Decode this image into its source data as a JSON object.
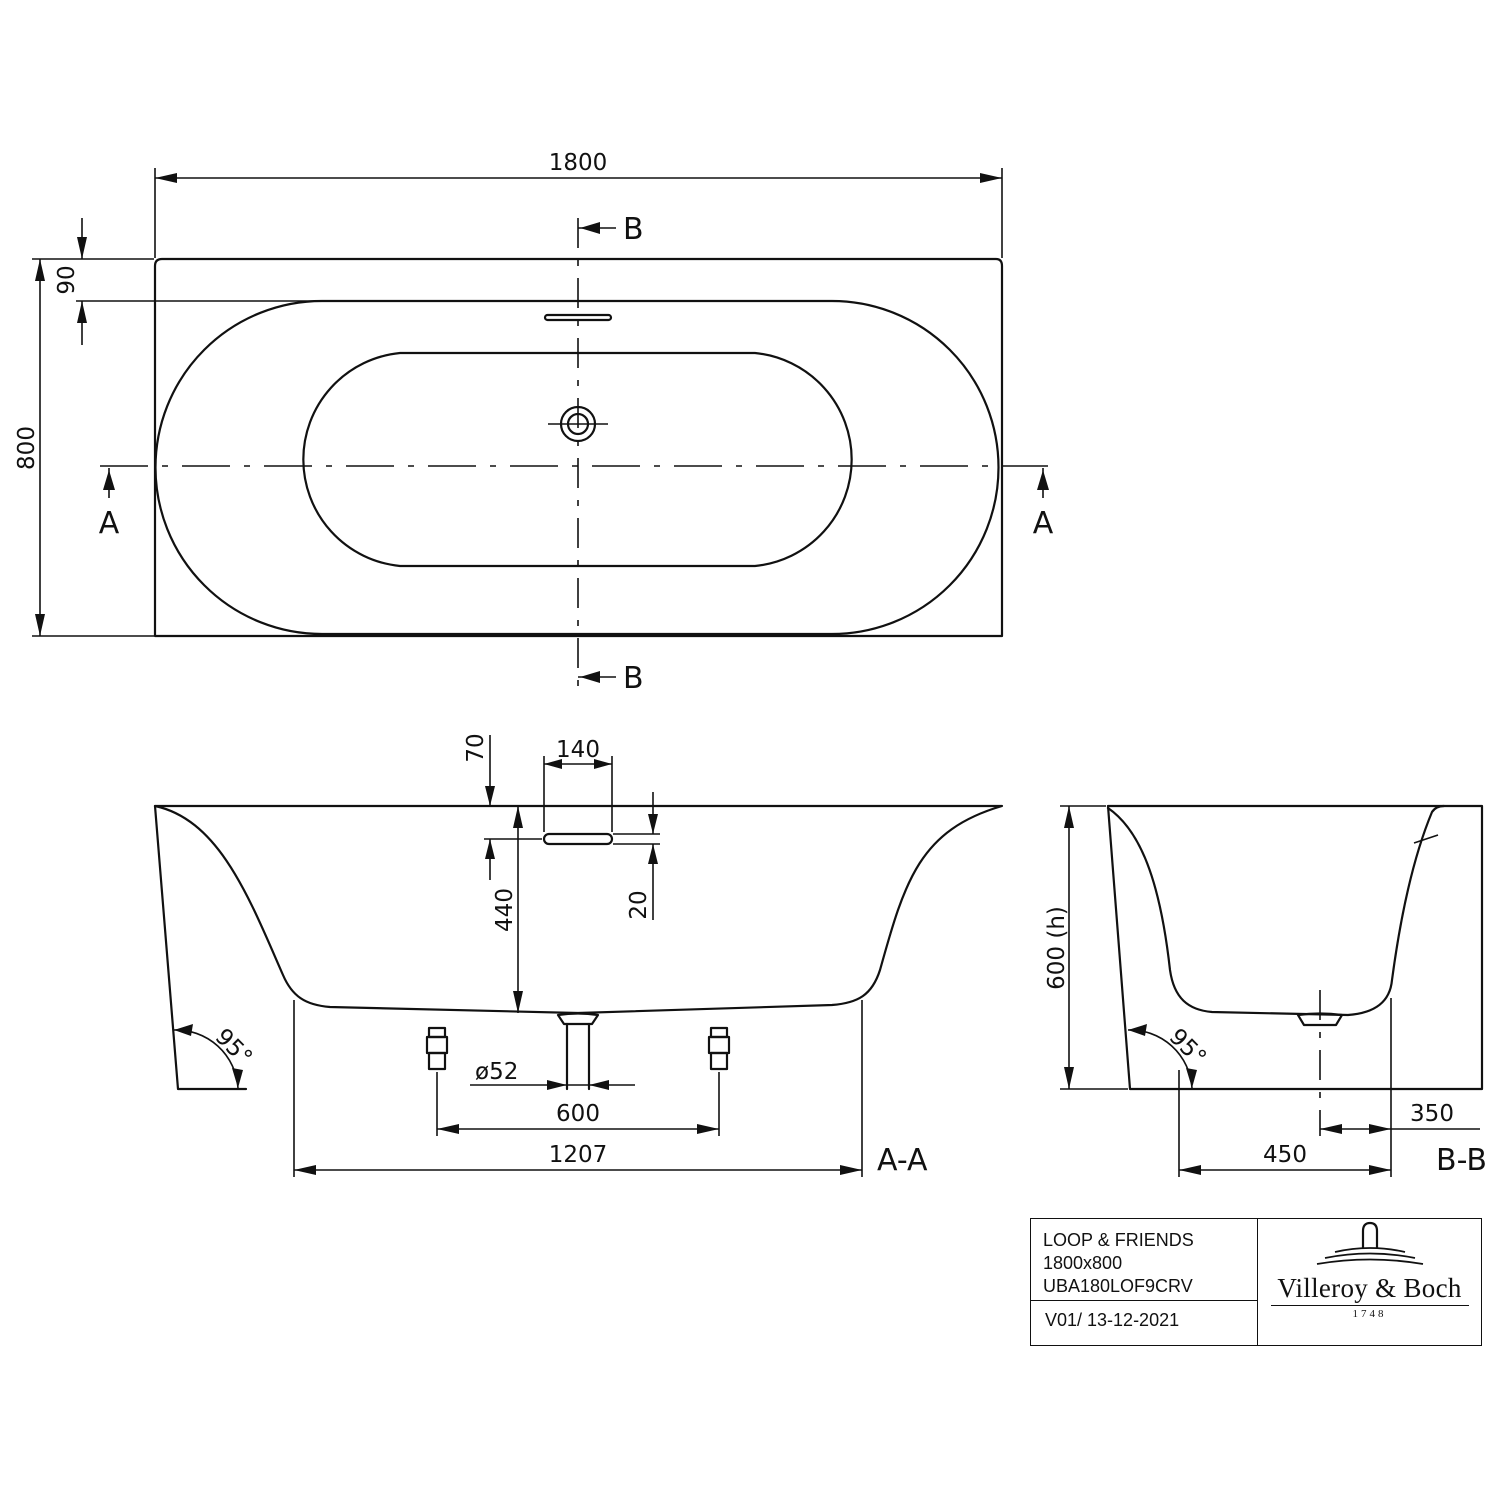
{
  "plan_view": {
    "dims": {
      "length": "1800",
      "width": "800",
      "rim": "90"
    },
    "section_markers": {
      "a_left": "A",
      "a_right": "A",
      "b_top": "B",
      "b_bottom": "B"
    }
  },
  "section_a_a": {
    "label": "A-A",
    "dims": {
      "overflow_width": "140",
      "overflow_from_top": "70",
      "overflow_height": "20",
      "depth": "440",
      "waste_diameter": "ø52",
      "feet_spacing": "600",
      "base_length": "1207",
      "angle": "95°"
    }
  },
  "section_b_b": {
    "label": "B-B",
    "dims": {
      "height": "600 (h)",
      "angle": "95°",
      "waste_offset": "350",
      "base_width": "450"
    }
  },
  "title_block": {
    "product": "LOOP & FRIENDS",
    "size": "1800x800",
    "code": "UBA180LOF9CRV",
    "version": "V01/ 13-12-2021",
    "brand": "Villeroy & Boch",
    "year": "1748",
    "logo_icon": "villeroy-boch-logo-icon"
  }
}
